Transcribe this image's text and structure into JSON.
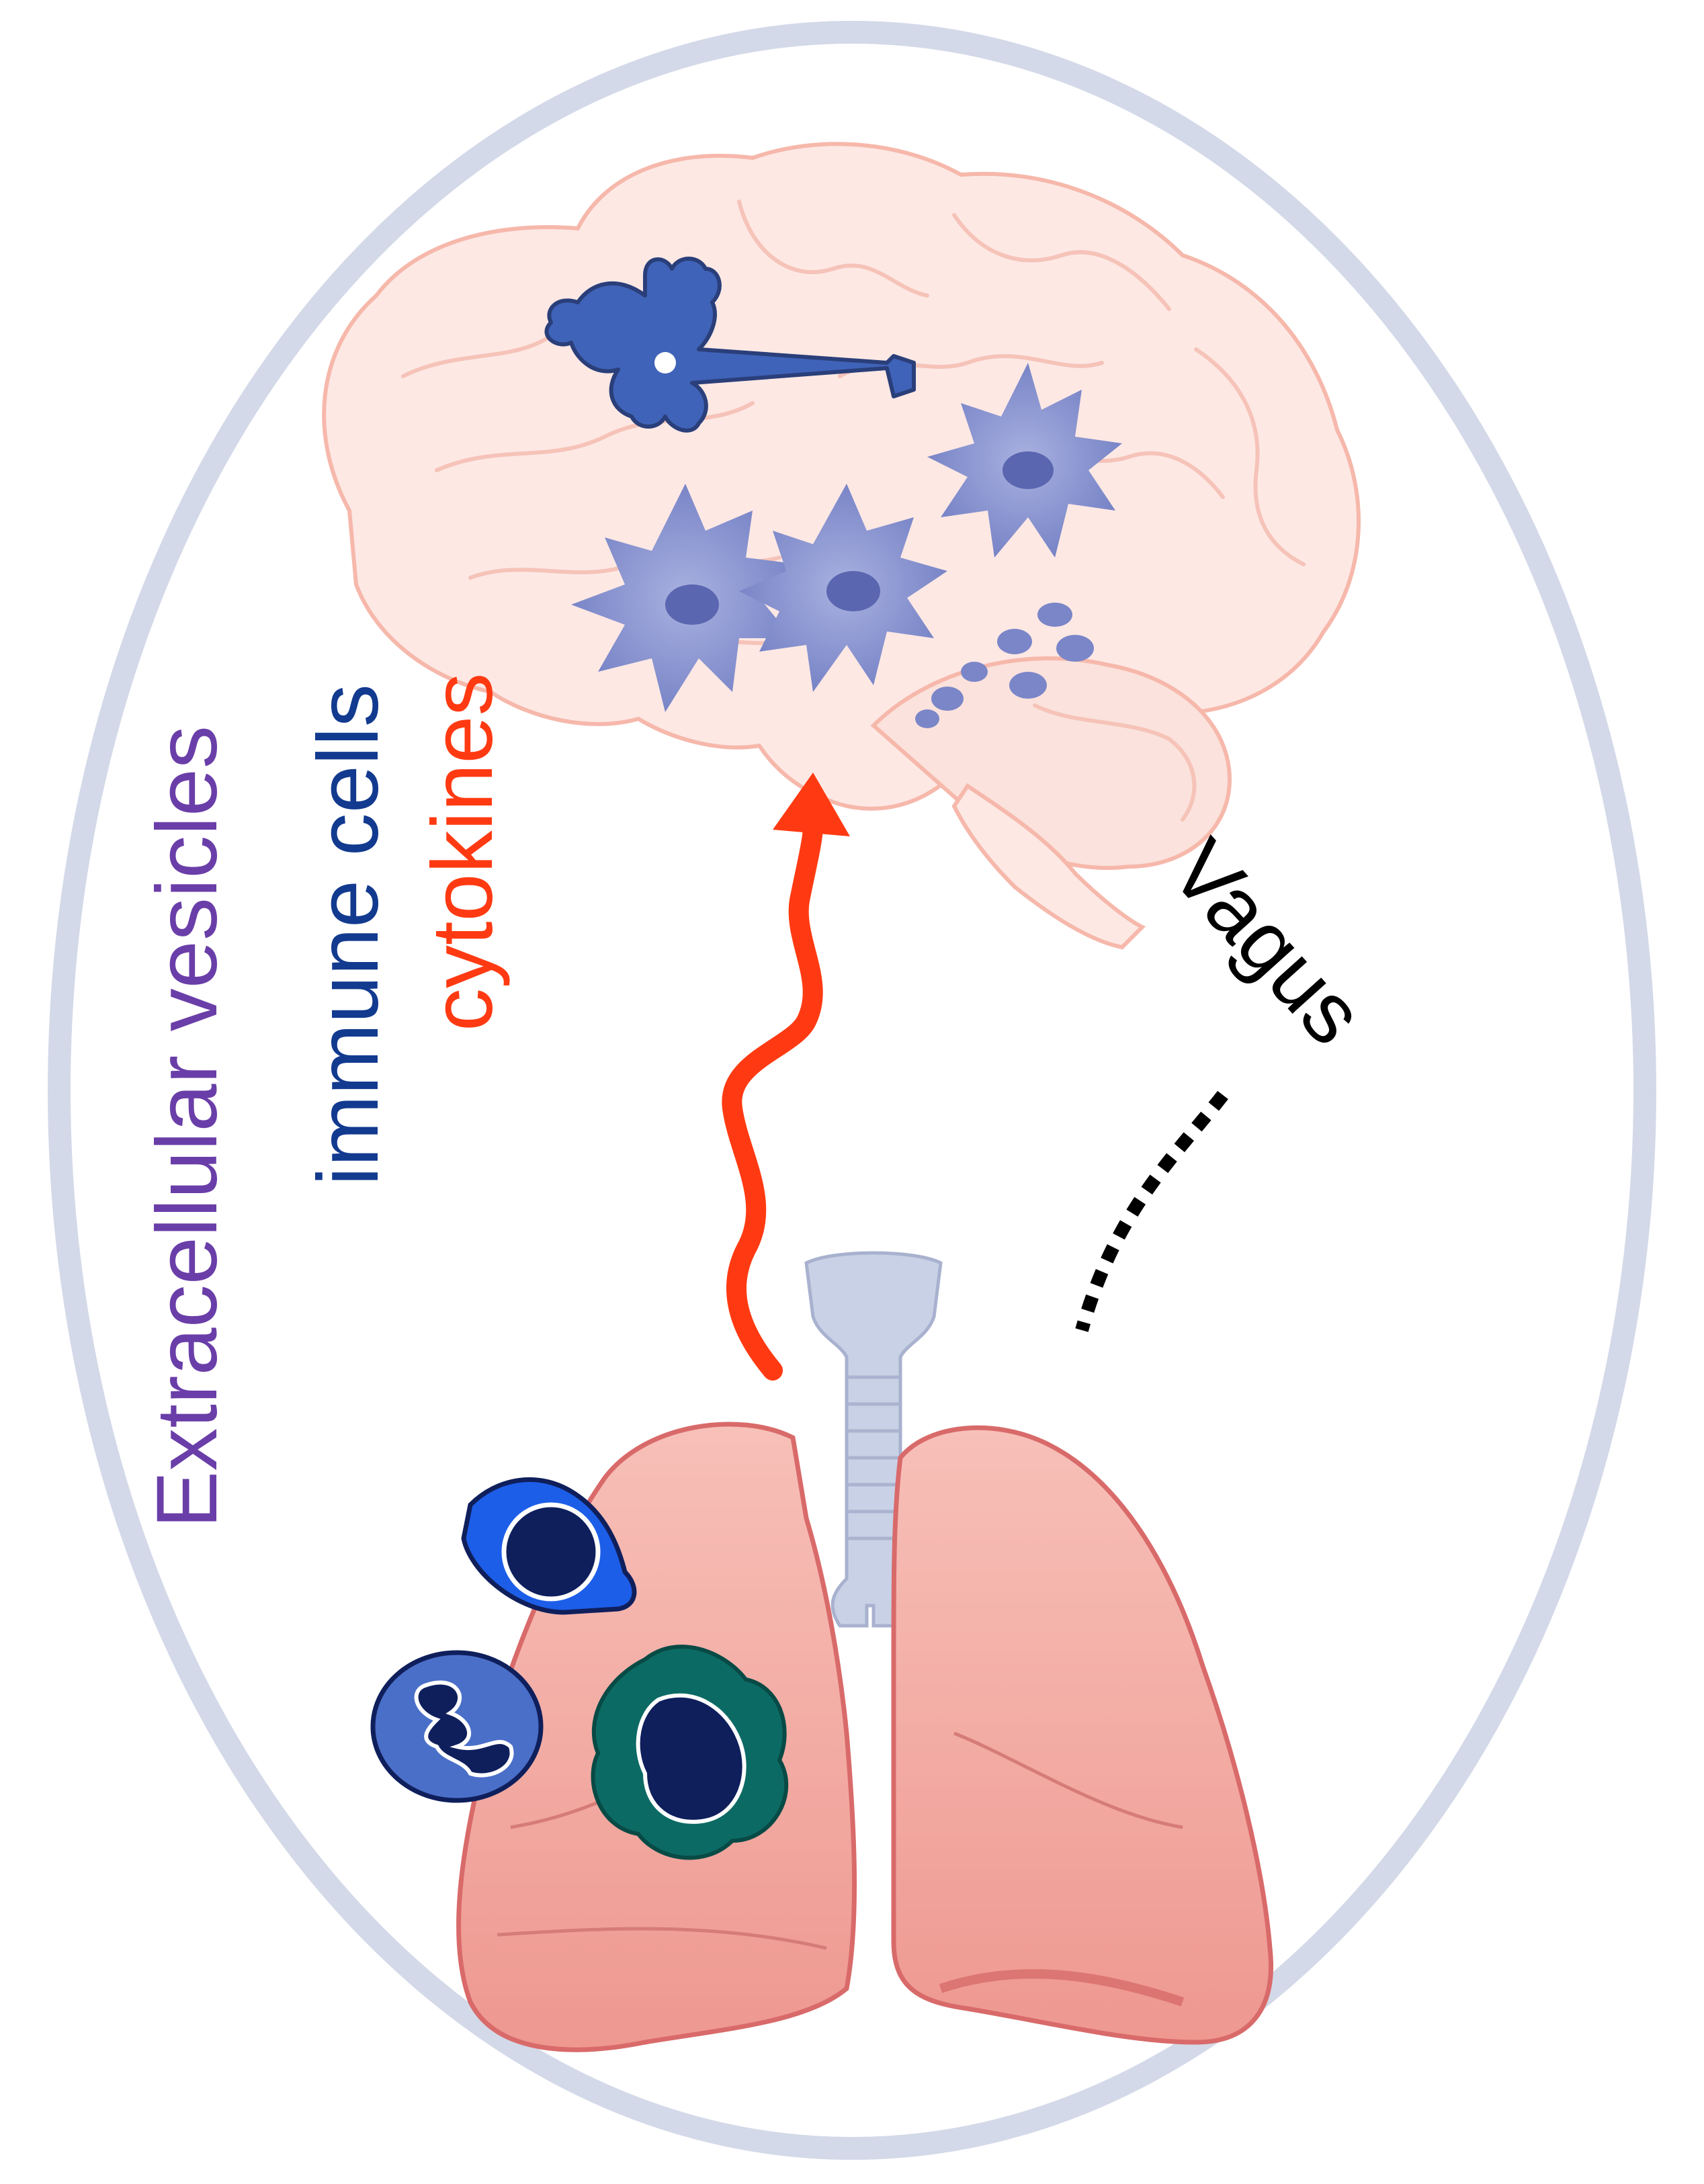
{
  "labels": {
    "extracellular_vesicles": "Extracellular vesicles",
    "immune_cells": "immune cells",
    "cytokines": "cytokines",
    "vagus": "Vagus"
  },
  "colors": {
    "ellipse_border": "#d3d9e8",
    "extracellular_vesicles": "#6a3ea8",
    "immune_cells": "#123a8f",
    "cytokines": "#ff3a12",
    "vagus": "#000000",
    "brain_fill": "#fde8e4",
    "brain_outline": "#f6b8ab",
    "microglia": "#7a86c8",
    "neuron": "#3f63b8",
    "lung_fill": "#f2a8a0",
    "lung_outline": "#d96a6a",
    "trachea": "#c9d1e6",
    "macrophage": "#0c6a64",
    "lymphocyte": "#1d5ee8",
    "neutrophil": "#4a6fc8",
    "nucleus": "#0f1f5c"
  },
  "icons": [
    "brain-illustration",
    "neuron-icon",
    "microglia-icon",
    "vesicle-icon",
    "arrow-up-icon",
    "dotted-nerve-icon",
    "trachea-illustration",
    "lung-illustration",
    "lymphocyte-icon",
    "neutrophil-icon",
    "macrophage-icon"
  ]
}
